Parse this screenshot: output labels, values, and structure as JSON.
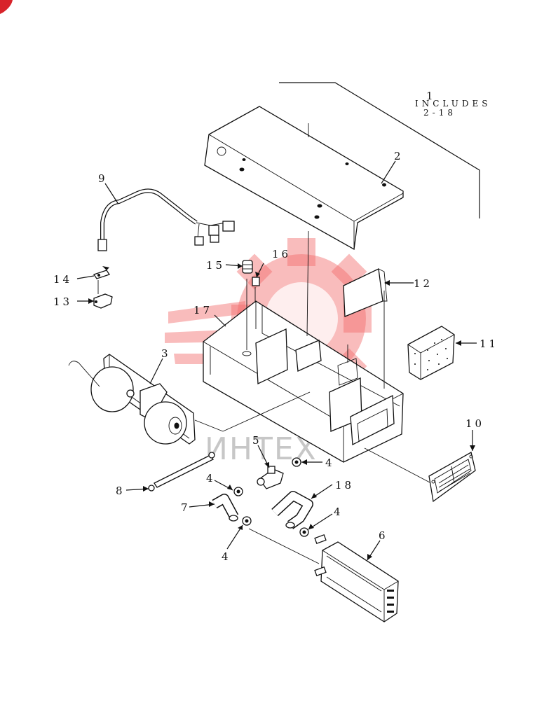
{
  "diagram": {
    "watermark_text": "ИНТЕХ",
    "includes_label": "INCLUDES",
    "includes_range": "2-18",
    "callouts": [
      {
        "id": "1",
        "text": "1"
      },
      {
        "id": "2",
        "text": "2"
      },
      {
        "id": "3",
        "text": "3"
      },
      {
        "id": "4a",
        "text": "4"
      },
      {
        "id": "4b",
        "text": "4"
      },
      {
        "id": "4c",
        "text": "4"
      },
      {
        "id": "4d",
        "text": "4"
      },
      {
        "id": "5",
        "text": "5"
      },
      {
        "id": "6",
        "text": "6"
      },
      {
        "id": "7",
        "text": "7"
      },
      {
        "id": "8",
        "text": "8"
      },
      {
        "id": "9",
        "text": "9"
      },
      {
        "id": "10",
        "text": "10"
      },
      {
        "id": "11",
        "text": "11"
      },
      {
        "id": "12",
        "text": "12"
      },
      {
        "id": "13",
        "text": "13"
      },
      {
        "id": "14",
        "text": "14"
      },
      {
        "id": "15",
        "text": "15"
      },
      {
        "id": "16",
        "text": "16"
      },
      {
        "id": "17",
        "text": "17"
      },
      {
        "id": "18",
        "text": "18"
      }
    ],
    "colors": {
      "line": "#111111",
      "watermark": "#f26b6b",
      "corner_badge": "#d8232a"
    }
  }
}
